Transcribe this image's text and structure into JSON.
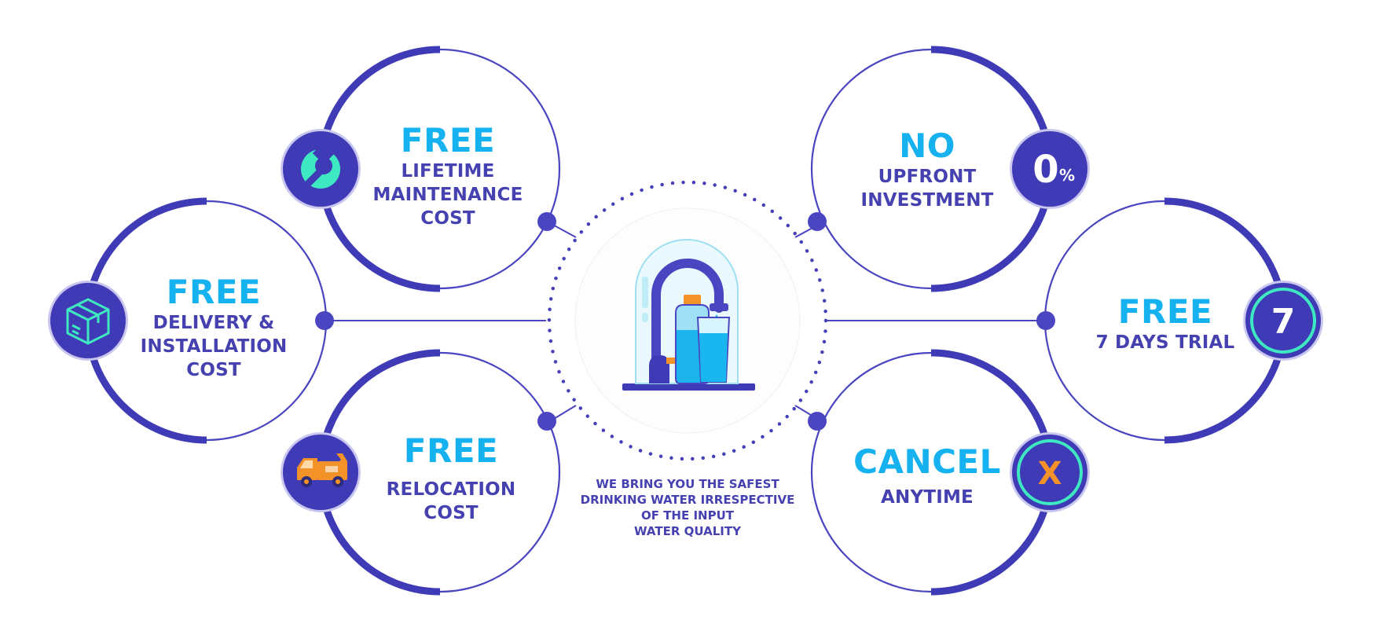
{
  "features": [
    {
      "id": "maintenance",
      "headline": "FREE",
      "lines": [
        "LIFETIME",
        "MAINTENANCE",
        "COST"
      ],
      "icon": "wrench-icon"
    },
    {
      "id": "delivery",
      "headline": "FREE",
      "lines": [
        "DELIVERY &",
        "INSTALLATION",
        "COST"
      ],
      "icon": "box-icon"
    },
    {
      "id": "relocation",
      "headline": "FREE",
      "lines": [
        "RELOCATION",
        "COST"
      ],
      "icon": "truck-icon"
    },
    {
      "id": "investment",
      "headline": "NO",
      "lines": [
        "UPFRONT",
        "INVESTMENT"
      ],
      "icon": "zero-percent-icon",
      "icon_text": "0",
      "icon_text_suffix": "%"
    },
    {
      "id": "trial",
      "headline": "FREE",
      "lines": [
        "7 DAYS TRIAL"
      ],
      "icon": "seven-icon",
      "icon_text": "7"
    },
    {
      "id": "cancel",
      "headline": "CANCEL",
      "lines": [
        "ANYTIME"
      ],
      "icon": "x-icon",
      "icon_text": "X"
    }
  ],
  "center": {
    "icon": "water-purifier-icon",
    "tagline": [
      "WE BRING YOU THE SAFEST",
      "DRINKING WATER IRRESPECTIVE",
      "OF THE INPUT",
      "WATER QUALITY"
    ]
  },
  "colors": {
    "primary": "#3f3ab5",
    "accent_text": "#16b2ef",
    "body_text": "#4541b0",
    "icon_teal": "#3ee8c0",
    "icon_orange": "#f4922a"
  }
}
